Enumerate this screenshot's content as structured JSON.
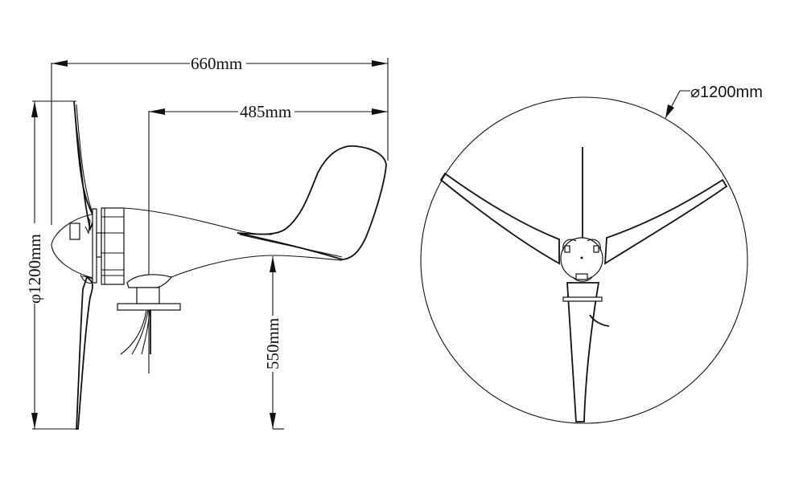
{
  "drawing": {
    "title": "Wind turbine dimension drawing",
    "views": [
      "side-view",
      "front-view"
    ],
    "line_color": "#111111",
    "background": "#ffffff"
  },
  "dimensions": {
    "overall_length": "660mm",
    "nose_to_pole_length": "485mm",
    "rotor_diameter_side": "φ1200mm",
    "tail_height": "550mm",
    "rotor_diameter_front": "⌀1200mm"
  }
}
